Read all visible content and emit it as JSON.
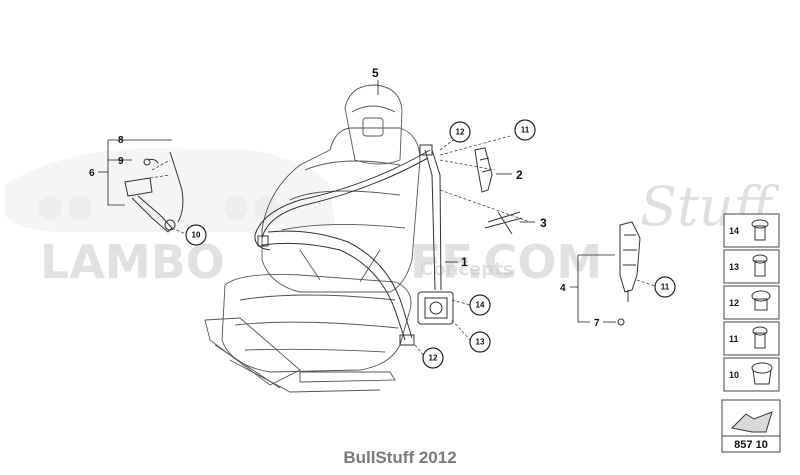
{
  "watermark": {
    "brand": "LAMBO",
    "brand_tail": "FF.COM",
    "concepts": "Concepts",
    "stuff": "Stuff"
  },
  "labels": {
    "l1": "1",
    "l2": "2",
    "l3": "3",
    "l4": "4",
    "l5": "5",
    "l6": "6",
    "l7": "7",
    "l8": "8",
    "l9": "9"
  },
  "callouts": {
    "c10": "10",
    "c11a": "11",
    "c11b": "11",
    "c12a": "12",
    "c12b": "12",
    "c13": "13",
    "c14": "14"
  },
  "legend": [
    {
      "num": "14"
    },
    {
      "num": "13"
    },
    {
      "num": "12"
    },
    {
      "num": "11"
    },
    {
      "num": "10"
    }
  ],
  "diagram_id": "857 10",
  "footer": "BullStuff 2012"
}
